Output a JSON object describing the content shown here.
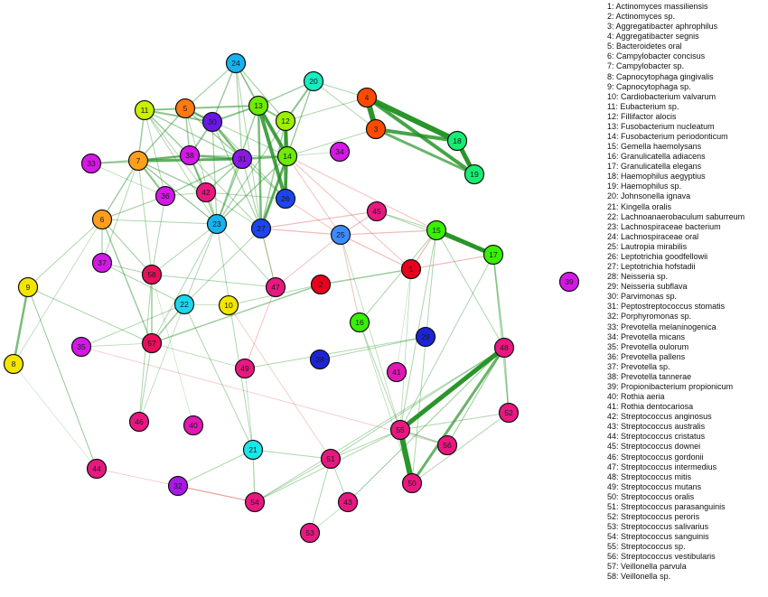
{
  "legend": [
    {
      "num": "1",
      "name": "Actinomyces massiliensis"
    },
    {
      "num": "2",
      "name": "Actinomyces sp."
    },
    {
      "num": "3",
      "name": "Aggregatibacter aphrophilus"
    },
    {
      "num": "4",
      "name": "Aggregatibacter segnis"
    },
    {
      "num": "5",
      "name": "Bacteroidetes oral"
    },
    {
      "num": "6",
      "name": "Campylobacter concisus"
    },
    {
      "num": "7",
      "name": "Campylobacter sp."
    },
    {
      "num": "8",
      "name": "Capnocytophaga gingivalis"
    },
    {
      "num": "9",
      "name": "Capnocytophaga sp."
    },
    {
      "num": "10",
      "name": "Cardiobacterium valvarum"
    },
    {
      "num": "11",
      "name": "Eubacterium sp."
    },
    {
      "num": "12",
      "name": "Fillifactor alocis"
    },
    {
      "num": "13",
      "name": "Fusobacterium nucleatum"
    },
    {
      "num": "14",
      "name": "Fusobacterium periodonticum"
    },
    {
      "num": "15",
      "name": "Gemella haemolysans"
    },
    {
      "num": "16",
      "name": "Granulicatella adiacens"
    },
    {
      "num": "17",
      "name": "Granulicatella elegans"
    },
    {
      "num": "18",
      "name": "Haemophilus aegyptius"
    },
    {
      "num": "19",
      "name": "Haemophilus sp."
    },
    {
      "num": "20",
      "name": "Johnsonella ignava"
    },
    {
      "num": "21",
      "name": "Kingella oralis"
    },
    {
      "num": "22",
      "name": "Lachnoanaerobaculum saburreum"
    },
    {
      "num": "23",
      "name": "Lachnospiraceae bacterium"
    },
    {
      "num": "24",
      "name": "Lachnospiraceae oral"
    },
    {
      "num": "25",
      "name": "Lautropia mirabilis"
    },
    {
      "num": "26",
      "name": "Leptotrichia goodfellowii"
    },
    {
      "num": "27",
      "name": "Leptotrichia hofstadii"
    },
    {
      "num": "28",
      "name": "Neisseria sp."
    },
    {
      "num": "29",
      "name": "Neisseria subflava"
    },
    {
      "num": "30",
      "name": "Parvimonas sp."
    },
    {
      "num": "31",
      "name": "Peptostreptococcus stomatis"
    },
    {
      "num": "32",
      "name": "Porphyromonas sp."
    },
    {
      "num": "33",
      "name": "Prevotella melaninogenica"
    },
    {
      "num": "34",
      "name": "Prevotella micans"
    },
    {
      "num": "35",
      "name": "Prevotella oulorum"
    },
    {
      "num": "36",
      "name": "Prevotella pallens"
    },
    {
      "num": "37",
      "name": "Prevotella sp."
    },
    {
      "num": "38",
      "name": "Prevotella tannerae"
    },
    {
      "num": "39",
      "name": "Propionibacterium propionicum"
    },
    {
      "num": "40",
      "name": "Rothia aeria"
    },
    {
      "num": "41",
      "name": "Rothia dentocariosa"
    },
    {
      "num": "42",
      "name": "Streptococcus anginosus"
    },
    {
      "num": "43",
      "name": "Streptococcus australis"
    },
    {
      "num": "44",
      "name": "Streptococcus cristatus"
    },
    {
      "num": "45",
      "name": "Streptococcus downei"
    },
    {
      "num": "46",
      "name": "Streptococcus gordonii"
    },
    {
      "num": "47",
      "name": "Streptococcus intermedius"
    },
    {
      "num": "48",
      "name": "Streptococcus mitis"
    },
    {
      "num": "49",
      "name": "Streptococcus mutans"
    },
    {
      "num": "50",
      "name": "Streptococcus oralis"
    },
    {
      "num": "51",
      "name": "Streptococcus parasanguinis"
    },
    {
      "num": "52",
      "name": "Streptococcus peroris"
    },
    {
      "num": "53",
      "name": "Streptococcus salivarius"
    },
    {
      "num": "54",
      "name": "Streptococcus sanguinis"
    },
    {
      "num": "55",
      "name": "Streptococcus sp."
    },
    {
      "num": "56",
      "name": "Streptococcus vestibularis"
    },
    {
      "num": "57",
      "name": "Veillonella parvula"
    },
    {
      "num": "58",
      "name": "Veillonella sp."
    }
  ],
  "node_colors": {
    "1": "#e8001c",
    "2": "#e8001c",
    "3": "#ff4a00",
    "4": "#ff4a00",
    "5": "#ff7a12",
    "6": "#ff9f1c",
    "7": "#ff9f1c",
    "8": "#f2e600",
    "9": "#f2e600",
    "10": "#f2e600",
    "11": "#c8f000",
    "12": "#9bf000",
    "13": "#6cec00",
    "14": "#6cec00",
    "15": "#38f000",
    "16": "#38f000",
    "17": "#38f000",
    "18": "#18ec72",
    "19": "#18ec72",
    "20": "#18ecc0",
    "21": "#18e8e8",
    "22": "#18d8ee",
    "23": "#18b2f0",
    "24": "#18b2f0",
    "25": "#3b8cff",
    "26": "#1c44f0",
    "27": "#1c44f0",
    "28": "#1c24d8",
    "29": "#1c24d8",
    "30": "#6a18e8",
    "31": "#8a18e8",
    "32": "#a818e8",
    "33": "#d418e8",
    "34": "#d418e8",
    "35": "#d418e8",
    "36": "#d418e8",
    "37": "#d418e8",
    "38": "#d418e8",
    "39": "#d418e8",
    "40": "#e018b4",
    "41": "#e018b4",
    "42": "#e81880",
    "43": "#e81880",
    "44": "#e81880",
    "45": "#e81880",
    "46": "#e81880",
    "47": "#e81880",
    "48": "#e81880",
    "49": "#e81880",
    "50": "#e81880",
    "51": "#e81880",
    "52": "#e81880",
    "53": "#e81880",
    "54": "#e81880",
    "55": "#e81880",
    "56": "#e81880",
    "57": "#e8105a",
    "58": "#e8105a"
  },
  "edge_colors": {
    "positive": "#1f8f1f",
    "negative": "#d9534f"
  },
  "edges": [
    {
      "a": 3,
      "b": 4,
      "w": 6,
      "s": "p"
    },
    {
      "a": 4,
      "b": 18,
      "w": 6,
      "s": "p"
    },
    {
      "a": 3,
      "b": 18,
      "w": 4,
      "s": "p"
    },
    {
      "a": 18,
      "b": 19,
      "w": 5,
      "s": "p"
    },
    {
      "a": 4,
      "b": 19,
      "w": 4,
      "s": "p"
    },
    {
      "a": 3,
      "b": 19,
      "w": 3,
      "s": "p"
    },
    {
      "a": 15,
      "b": 17,
      "w": 5,
      "s": "p"
    },
    {
      "a": 55,
      "b": 48,
      "w": 5,
      "s": "p"
    },
    {
      "a": 55,
      "b": 50,
      "w": 6,
      "s": "p"
    },
    {
      "a": 50,
      "b": 48,
      "w": 3,
      "s": "p"
    },
    {
      "a": 9,
      "b": 8,
      "w": 2.5,
      "s": "p"
    },
    {
      "a": 13,
      "b": 14,
      "w": 4,
      "s": "p"
    },
    {
      "a": 13,
      "b": 26,
      "w": 4,
      "s": "p"
    },
    {
      "a": 12,
      "b": 14,
      "w": 3.5,
      "s": "p"
    },
    {
      "a": 12,
      "b": 26,
      "w": 3.5,
      "s": "p"
    },
    {
      "a": 14,
      "b": 27,
      "w": 3,
      "s": "p"
    },
    {
      "a": 14,
      "b": 26,
      "w": 2.5,
      "s": "p"
    },
    {
      "a": 13,
      "b": 27,
      "w": 2.5,
      "s": "p"
    },
    {
      "a": 7,
      "b": 31,
      "w": 3,
      "s": "p"
    },
    {
      "a": 7,
      "b": 38,
      "w": 2.5,
      "s": "p"
    },
    {
      "a": 38,
      "b": 31,
      "w": 2.5,
      "s": "p"
    },
    {
      "a": 5,
      "b": 30,
      "w": 2.5,
      "s": "p"
    },
    {
      "a": 11,
      "b": 30,
      "w": 2,
      "s": "p"
    },
    {
      "a": 30,
      "b": 31,
      "w": 2.5,
      "s": "p"
    },
    {
      "a": 30,
      "b": 13,
      "w": 2,
      "s": "p"
    },
    {
      "a": 31,
      "b": 14,
      "w": 2.5,
      "s": "p"
    },
    {
      "a": 11,
      "b": 5,
      "w": 2,
      "s": "p"
    },
    {
      "a": 5,
      "b": 13,
      "w": 2,
      "s": "p"
    },
    {
      "a": 13,
      "b": 12,
      "w": 2,
      "s": "p"
    },
    {
      "a": 20,
      "b": 12,
      "w": 2,
      "s": "p"
    },
    {
      "a": 20,
      "b": 13,
      "w": 1.5,
      "s": "p"
    },
    {
      "a": 24,
      "b": 13,
      "w": 1.5,
      "s": "p"
    },
    {
      "a": 24,
      "b": 30,
      "w": 1.5,
      "s": "p"
    },
    {
      "a": 24,
      "b": 5,
      "w": 1.2,
      "s": "p"
    },
    {
      "a": 24,
      "b": 12,
      "w": 1.2,
      "s": "p"
    },
    {
      "a": 24,
      "b": 31,
      "w": 1.2,
      "s": "p"
    },
    {
      "a": 7,
      "b": 36,
      "w": 2,
      "s": "p"
    },
    {
      "a": 7,
      "b": 42,
      "w": 1.5,
      "s": "p"
    },
    {
      "a": 36,
      "b": 31,
      "w": 1.5,
      "s": "p"
    },
    {
      "a": 38,
      "b": 42,
      "w": 2,
      "s": "p"
    },
    {
      "a": 42,
      "b": 31,
      "w": 1.5,
      "s": "p"
    },
    {
      "a": 38,
      "b": 30,
      "w": 1.8,
      "s": "p"
    },
    {
      "a": 11,
      "b": 38,
      "w": 1.5,
      "s": "p"
    },
    {
      "a": 11,
      "b": 7,
      "w": 1.5,
      "s": "p"
    },
    {
      "a": 5,
      "b": 7,
      "w": 1.5,
      "s": "p"
    },
    {
      "a": 5,
      "b": 38,
      "w": 1.5,
      "s": "p"
    },
    {
      "a": 5,
      "b": 31,
      "w": 1.5,
      "s": "p"
    },
    {
      "a": 11,
      "b": 31,
      "w": 1.3,
      "s": "p"
    },
    {
      "a": 33,
      "b": 7,
      "w": 1.2,
      "s": "p"
    },
    {
      "a": 33,
      "b": 38,
      "w": 1,
      "s": "p"
    },
    {
      "a": 33,
      "b": 31,
      "w": 1,
      "s": "p"
    },
    {
      "a": 23,
      "b": 13,
      "w": 1.5,
      "s": "p"
    },
    {
      "a": 23,
      "b": 14,
      "w": 1.5,
      "s": "p"
    },
    {
      "a": 23,
      "b": 31,
      "w": 1.5,
      "s": "p"
    },
    {
      "a": 23,
      "b": 30,
      "w": 1.2,
      "s": "p"
    },
    {
      "a": 23,
      "b": 12,
      "w": 1.2,
      "s": "p"
    },
    {
      "a": 23,
      "b": 38,
      "w": 1.2,
      "s": "p"
    },
    {
      "a": 23,
      "b": 42,
      "w": 1,
      "s": "p"
    },
    {
      "a": 23,
      "b": 7,
      "w": 1,
      "s": "p"
    },
    {
      "a": 23,
      "b": 6,
      "w": 1,
      "s": "p"
    },
    {
      "a": 23,
      "b": 5,
      "w": 1,
      "s": "p"
    },
    {
      "a": 27,
      "b": 30,
      "w": 1.2,
      "s": "p"
    },
    {
      "a": 27,
      "b": 31,
      "w": 1.2,
      "s": "p"
    },
    {
      "a": 27,
      "b": 12,
      "w": 1.5,
      "s": "p"
    },
    {
      "a": 26,
      "b": 31,
      "w": 1.2,
      "s": "p"
    },
    {
      "a": 26,
      "b": 30,
      "w": 1.2,
      "s": "p"
    },
    {
      "a": 6,
      "b": 7,
      "w": 1.5,
      "s": "p"
    },
    {
      "a": 6,
      "b": 36,
      "w": 1.2,
      "s": "p"
    },
    {
      "a": 6,
      "b": 37,
      "w": 1.2,
      "s": "p"
    },
    {
      "a": 6,
      "b": 58,
      "w": 1.2,
      "s": "p"
    },
    {
      "a": 6,
      "b": 57,
      "w": 1.5,
      "s": "p"
    },
    {
      "a": 6,
      "b": 9,
      "w": 1,
      "s": "p"
    },
    {
      "a": 7,
      "b": 58,
      "w": 1,
      "s": "p"
    },
    {
      "a": 7,
      "b": 37,
      "w": 1,
      "s": "p"
    },
    {
      "a": 7,
      "b": 23,
      "w": 1,
      "s": "p"
    },
    {
      "a": 58,
      "b": 57,
      "w": 1.5,
      "s": "p"
    },
    {
      "a": 58,
      "b": 23,
      "w": 1,
      "s": "p"
    },
    {
      "a": 58,
      "b": 47,
      "w": 1,
      "s": "p"
    },
    {
      "a": 58,
      "b": 46,
      "w": 1,
      "s": "p"
    },
    {
      "a": 22,
      "b": 57,
      "w": 1.5,
      "s": "p"
    },
    {
      "a": 22,
      "b": 23,
      "w": 1,
      "s": "p"
    },
    {
      "a": 22,
      "b": 37,
      "w": 1,
      "s": "p"
    },
    {
      "a": 22,
      "b": 35,
      "w": 1,
      "s": "p"
    },
    {
      "a": 22,
      "b": 21,
      "w": 1,
      "s": "p"
    },
    {
      "a": 22,
      "b": 27,
      "w": 1,
      "s": "p"
    },
    {
      "a": 57,
      "b": 2,
      "w": 1.5,
      "s": "p"
    },
    {
      "a": 57,
      "b": 23,
      "w": 1,
      "s": "p"
    },
    {
      "a": 57,
      "b": 9,
      "w": 1,
      "s": "p"
    },
    {
      "a": 2,
      "b": 1,
      "w": 1.5,
      "s": "p"
    },
    {
      "a": 2,
      "b": 10,
      "w": 1,
      "s": "p"
    },
    {
      "a": 1,
      "b": 17,
      "w": 1.2,
      "s": "n"
    },
    {
      "a": 1,
      "b": 15,
      "w": 1.2,
      "s": "n"
    },
    {
      "a": 1,
      "b": 25,
      "w": 1.2,
      "s": "n"
    },
    {
      "a": 25,
      "b": 15,
      "w": 1.2,
      "s": "n"
    },
    {
      "a": 25,
      "b": 45,
      "w": 1.2,
      "s": "n"
    },
    {
      "a": 25,
      "b": 14,
      "w": 1,
      "s": "n"
    },
    {
      "a": 25,
      "b": 47,
      "w": 1,
      "s": "n"
    },
    {
      "a": 27,
      "b": 45,
      "w": 1.2,
      "s": "n"
    },
    {
      "a": 27,
      "b": 25,
      "w": 1.2,
      "s": "n"
    },
    {
      "a": 27,
      "b": 47,
      "w": 1,
      "s": "n"
    },
    {
      "a": 26,
      "b": 25,
      "w": 1,
      "s": "n"
    },
    {
      "a": 14,
      "b": 15,
      "w": 1,
      "s": "n"
    },
    {
      "a": 14,
      "b": 1,
      "w": 1,
      "s": "n"
    },
    {
      "a": 47,
      "b": 49,
      "w": 1,
      "s": "n"
    },
    {
      "a": 25,
      "b": 16,
      "w": 1,
      "s": "n"
    },
    {
      "a": 32,
      "b": 54,
      "w": 1.2,
      "s": "n"
    },
    {
      "a": 35,
      "b": 56,
      "w": 0.8,
      "s": "n"
    },
    {
      "a": 10,
      "b": 51,
      "w": 0.8,
      "s": "n"
    },
    {
      "a": 44,
      "b": 54,
      "w": 0.8,
      "s": "n"
    },
    {
      "a": 15,
      "b": 16,
      "w": 1,
      "s": "p"
    },
    {
      "a": 15,
      "b": 48,
      "w": 1,
      "s": "p"
    },
    {
      "a": 15,
      "b": 55,
      "w": 1,
      "s": "p"
    },
    {
      "a": 17,
      "b": 48,
      "w": 1.5,
      "s": "p"
    },
    {
      "a": 15,
      "b": 45,
      "w": 1,
      "s": "p"
    },
    {
      "a": 16,
      "b": 55,
      "w": 1,
      "s": "p"
    },
    {
      "a": 48,
      "b": 52,
      "w": 1.5,
      "s": "p"
    },
    {
      "a": 48,
      "b": 56,
      "w": 1.2,
      "s": "p"
    },
    {
      "a": 48,
      "b": 51,
      "w": 1,
      "s": "p"
    },
    {
      "a": 48,
      "b": 54,
      "w": 1,
      "s": "p"
    },
    {
      "a": 48,
      "b": 43,
      "w": 1.2,
      "s": "p"
    },
    {
      "a": 55,
      "b": 52,
      "w": 1,
      "s": "p"
    },
    {
      "a": 55,
      "b": 56,
      "w": 1.5,
      "s": "p"
    },
    {
      "a": 55,
      "b": 54,
      "w": 1,
      "s": "p"
    },
    {
      "a": 55,
      "b": 51,
      "w": 1,
      "s": "p"
    },
    {
      "a": 51,
      "b": 54,
      "w": 1,
      "s": "p"
    },
    {
      "a": 51,
      "b": 53,
      "w": 1,
      "s": "p"
    },
    {
      "a": 51,
      "b": 43,
      "w": 1,
      "s": "p"
    },
    {
      "a": 29,
      "b": 28,
      "w": 1,
      "s": "p"
    },
    {
      "a": 29,
      "b": 49,
      "w": 1,
      "s": "p"
    },
    {
      "a": 21,
      "b": 54,
      "w": 1.2,
      "s": "p"
    },
    {
      "a": 21,
      "b": 32,
      "w": 1,
      "s": "p"
    },
    {
      "a": 21,
      "b": 23,
      "w": 1,
      "s": "p"
    },
    {
      "a": 21,
      "b": 51,
      "w": 1,
      "s": "p"
    },
    {
      "a": 8,
      "b": 6,
      "w": 0.8,
      "s": "p"
    },
    {
      "a": 9,
      "b": 44,
      "w": 0.8,
      "s": "p"
    },
    {
      "a": 46,
      "b": 57,
      "w": 1,
      "s": "p"
    },
    {
      "a": 47,
      "b": 23,
      "w": 1,
      "s": "p"
    },
    {
      "a": 47,
      "b": 27,
      "w": 1,
      "s": "p"
    },
    {
      "a": 45,
      "b": 17,
      "w": 1,
      "s": "p"
    },
    {
      "a": 3,
      "b": 14,
      "w": 1,
      "s": "p"
    },
    {
      "a": 4,
      "b": 12,
      "w": 1,
      "s": "p"
    },
    {
      "a": 20,
      "b": 4,
      "w": 1,
      "s": "p"
    },
    {
      "a": 20,
      "b": 3,
      "w": 1,
      "s": "p"
    },
    {
      "a": 20,
      "b": 14,
      "w": 1,
      "s": "p"
    },
    {
      "a": 34,
      "b": 14,
      "w": 0.8,
      "s": "p"
    },
    {
      "a": 33,
      "b": 36,
      "w": 0.8,
      "s": "p"
    },
    {
      "a": 11,
      "b": 23,
      "w": 1,
      "s": "p"
    },
    {
      "a": 11,
      "b": 42,
      "w": 1,
      "s": "p"
    },
    {
      "a": 11,
      "b": 36,
      "w": 1,
      "s": "p"
    },
    {
      "a": 36,
      "b": 42,
      "w": 1,
      "s": "p"
    },
    {
      "a": 36,
      "b": 58,
      "w": 1,
      "s": "p"
    },
    {
      "a": 37,
      "b": 58,
      "w": 1,
      "s": "p"
    },
    {
      "a": 42,
      "b": 27,
      "w": 1,
      "s": "p"
    },
    {
      "a": 42,
      "b": 26,
      "w": 1,
      "s": "p"
    },
    {
      "a": 38,
      "b": 27,
      "w": 1,
      "s": "p"
    },
    {
      "a": 38,
      "b": 14,
      "w": 1,
      "s": "p"
    },
    {
      "a": 5,
      "b": 14,
      "w": 1,
      "s": "p"
    },
    {
      "a": 24,
      "b": 14,
      "w": 1,
      "s": "p"
    },
    {
      "a": 24,
      "b": 27,
      "w": 1,
      "s": "p"
    },
    {
      "a": 20,
      "b": 27,
      "w": 1,
      "s": "p"
    },
    {
      "a": 17,
      "b": 52,
      "w": 1,
      "s": "p"
    },
    {
      "a": 17,
      "b": 55,
      "w": 1,
      "s": "p"
    },
    {
      "a": 15,
      "b": 50,
      "w": 1,
      "s": "p"
    },
    {
      "a": 16,
      "b": 50,
      "w": 0.8,
      "s": "p"
    },
    {
      "a": 1,
      "b": 55,
      "w": 0.8,
      "s": "p"
    },
    {
      "a": 25,
      "b": 55,
      "w": 0.8,
      "s": "p"
    },
    {
      "a": 57,
      "b": 49,
      "w": 0.8,
      "s": "p"
    },
    {
      "a": 49,
      "b": 21,
      "w": 0.8,
      "s": "p"
    },
    {
      "a": 10,
      "b": 22,
      "w": 0.8,
      "s": "p"
    },
    {
      "a": 35,
      "b": 57,
      "w": 0.8,
      "s": "p"
    },
    {
      "a": 44,
      "b": 9,
      "w": 0.8,
      "s": "p"
    },
    {
      "a": 8,
      "b": 44,
      "w": 0.6,
      "s": "p"
    },
    {
      "a": 46,
      "b": 22,
      "w": 0.8,
      "s": "p"
    },
    {
      "a": 53,
      "b": 43,
      "w": 0.8,
      "s": "p"
    },
    {
      "a": 50,
      "b": 52,
      "w": 1,
      "s": "p"
    },
    {
      "a": 40,
      "b": 58,
      "w": 0.6,
      "s": "p"
    },
    {
      "a": 41,
      "b": 1,
      "w": 0.6,
      "s": "p"
    }
  ]
}
